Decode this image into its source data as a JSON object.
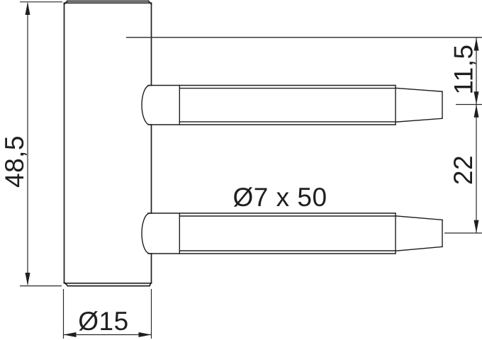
{
  "drawing": {
    "kind": "technical dimension drawing",
    "subject": "drill-in hinge frame part: cylindrical body with two tapered pins",
    "background_color": "#ffffff",
    "line_color": "#1f1f1f",
    "labels": {
      "body_height": "48,5",
      "body_diameter": "Ø15",
      "pin_spec": "Ø7 x 50",
      "top_pin_offset": "11,5",
      "pin_spacing": "22"
    }
  }
}
